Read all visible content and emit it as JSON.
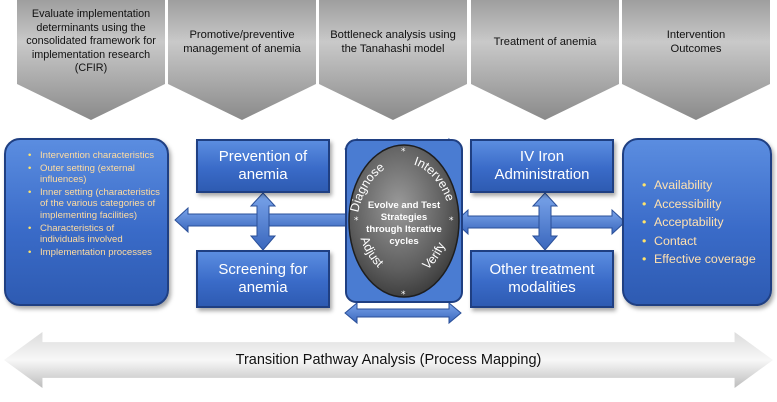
{
  "headers": [
    "Evaluate implementation determinants using the consolidated framework for implementation research (CFIR)",
    "Promotive/preventive management of anemia",
    "Bottleneck analysis using the Tanahashi model",
    "Treatment of anemia",
    "Intervention Outcomes"
  ],
  "cfir_box": {
    "items": [
      "Intervention characteristics",
      "Outer setting (external influences)",
      "Inner setting (characteristics of the various categories of implementing facilities)",
      "Characteristics of individuals involved",
      "Implementation processes"
    ]
  },
  "prevention_box": {
    "label": "Prevention of anemia"
  },
  "screening_box": {
    "label": "Screening for anemia"
  },
  "iv_iron_box": {
    "label": "IV Iron Administration"
  },
  "other_treatment_box": {
    "label": "Other treatment modalities"
  },
  "cycle": {
    "center_text": "Evolve and Test Strategies through Iterative cycles",
    "steps": [
      "Diagnose",
      "Intervene",
      "Verify",
      "Adjust"
    ]
  },
  "outcomes_box": {
    "items": [
      "Availability",
      "Accessibility",
      "Acceptability",
      "Contact",
      "Effective coverage"
    ]
  },
  "bottom_arrow": {
    "label": "Transition Pathway Analysis (Process Mapping)"
  },
  "colors": {
    "box_blue": "#3a6bc8",
    "box_border": "#1f3f82",
    "arrow_blue": "#4f7fd4",
    "header_grey": "#a8a8a8",
    "bullet_text": "#ffdca0"
  }
}
